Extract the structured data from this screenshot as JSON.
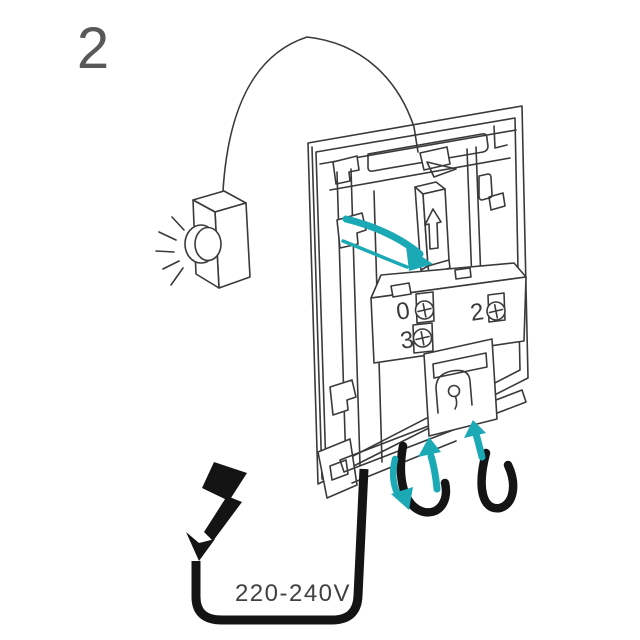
{
  "step": {
    "number": "2"
  },
  "power": {
    "voltage_label": "220-240V"
  },
  "terminals": {
    "label_0": "0",
    "label_2": "2",
    "label_3": "3"
  },
  "colors": {
    "accent_teal": "#1BA9B5",
    "line_art": "#3A3A3C",
    "ink_black": "#141414",
    "step_gray": "#58595B",
    "background": "#FFFFFF"
  },
  "icons": {
    "lightning_bolt": "high-voltage-down-arrow",
    "slider_glyph": "arrow-up-outline",
    "slide_hint": "teal-swoosh-toward-slider",
    "wire_arrow_center": "teal-arrow-up",
    "wire_arrow_right": "teal-arrow-up",
    "wire_arrow_left": "teal-arrow-down-curved",
    "button_rays": "press-indication-rays",
    "keyhole": "mounting-keyhole"
  }
}
